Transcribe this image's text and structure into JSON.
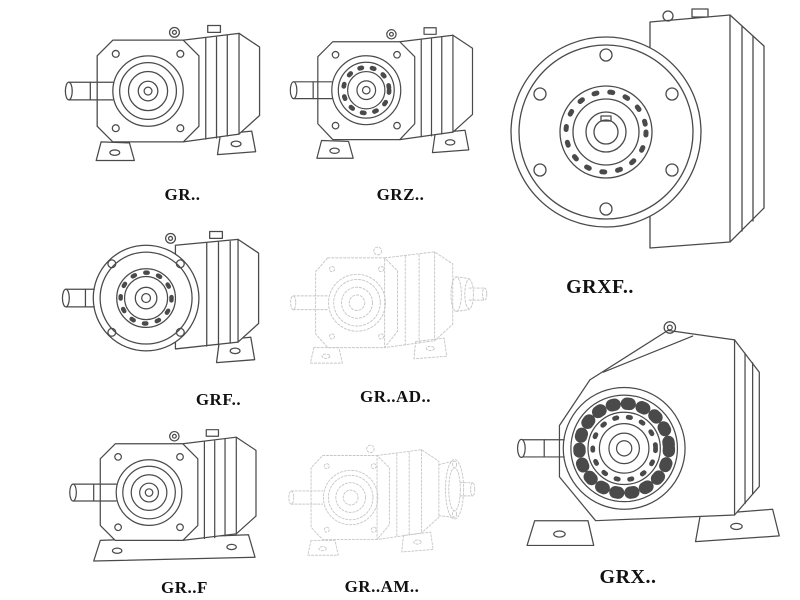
{
  "page": {
    "background": "#ffffff"
  },
  "style": {
    "page_background": "#ffffff",
    "line_color": "#4a4a4a",
    "faded_line_color": "#c7c7c7",
    "label_color": "#111111"
  },
  "figures": [
    {
      "id": "gr",
      "label": "GR..",
      "type": "helical-gear-unit-foot-mounted",
      "faded": false
    },
    {
      "id": "grz",
      "label": "GRZ..",
      "type": "helical-gear-unit-foot-mounted-z",
      "faded": false
    },
    {
      "id": "grxf",
      "label": "GRXF..",
      "type": "single-stage-flange-mounted-front-view",
      "faded": false
    },
    {
      "id": "grf",
      "label": "GRF..",
      "type": "helical-gear-unit-flange-mounted",
      "faded": false
    },
    {
      "id": "gr-ad",
      "label": "GR..AD..",
      "type": "helical-gear-unit-input-adapter",
      "faded": true
    },
    {
      "id": "gr-f",
      "label": "GR..F",
      "type": "helical-gear-unit-foot-base-plate",
      "faded": false
    },
    {
      "id": "gr-am",
      "label": "GR..AM..",
      "type": "helical-gear-unit-motor-adapter",
      "faded": true
    },
    {
      "id": "grx",
      "label": "GRX..",
      "type": "single-stage-gear-unit-foot-mounted",
      "faded": false
    }
  ]
}
